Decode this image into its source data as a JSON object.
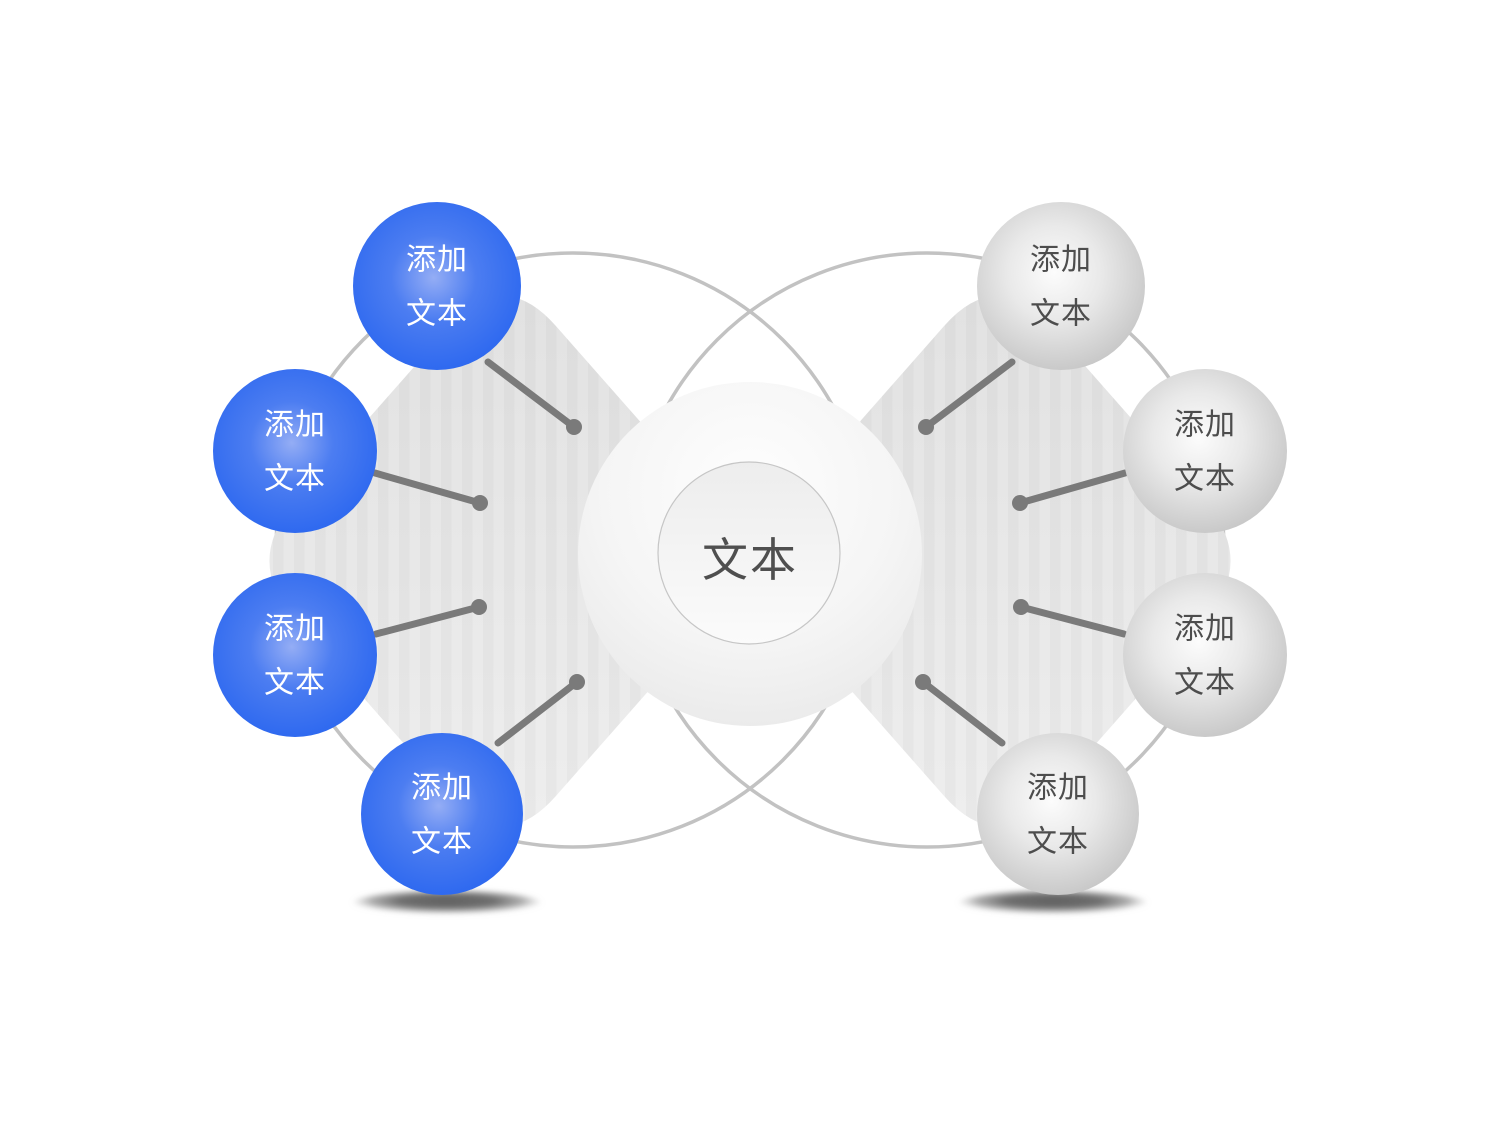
{
  "center_node": {
    "label": "文本"
  },
  "nodes": {
    "left": [
      {
        "label_line1": "添加",
        "label_line2": "文本"
      },
      {
        "label_line1": "添加",
        "label_line2": "文本"
      },
      {
        "label_line1": "添加",
        "label_line2": "文本"
      },
      {
        "label_line1": "添加",
        "label_line2": "文本"
      }
    ],
    "right": [
      {
        "label_line1": "添加",
        "label_line2": "文本"
      },
      {
        "label_line1": "添加",
        "label_line2": "文本"
      },
      {
        "label_line1": "添加",
        "label_line2": "文本"
      },
      {
        "label_line1": "添加",
        "label_line2": "文本"
      }
    ]
  },
  "colors": {
    "blue_node_gradient": [
      "#94adf5",
      "#4c7df1",
      "#2a66ef"
    ],
    "gray_node_gradient": [
      "#fcfcfc",
      "#e9e9e9",
      "#c5c5c5"
    ],
    "node_text_on_blue": "#ffffff",
    "node_text_on_gray": "#4d4d4d",
    "center_label_color": "#4f4f4f",
    "connector_color": "#7a7a7a",
    "orbit_outline_color": "#c2c2c2",
    "background_shape_top": "#e2e2e2",
    "background_shape_bottom": "#eeeeee",
    "shadow_color": "#646464"
  }
}
